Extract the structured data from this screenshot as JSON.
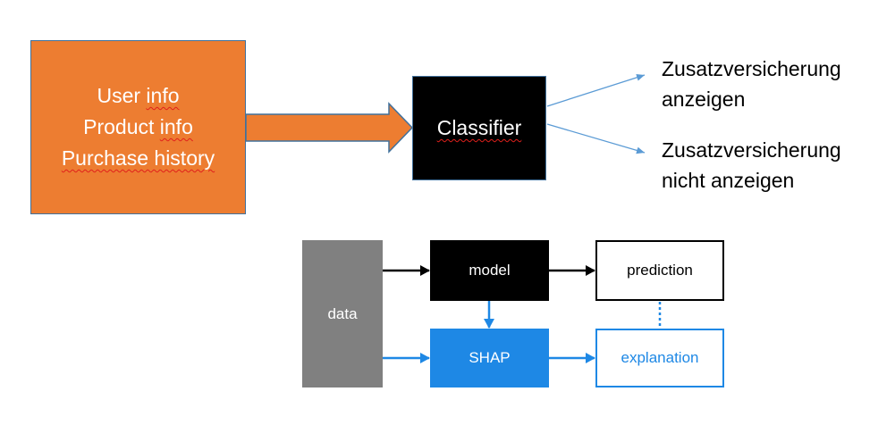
{
  "top_diagram": {
    "input_lines": [
      "User info",
      "Product info",
      "Purchase history"
    ],
    "classifier_label": "Classifier",
    "output_1_lines": [
      "Zusatzversicherung",
      "anzeigen"
    ],
    "output_2_lines": [
      "Zusatzversicherung",
      "nicht anzeigen"
    ]
  },
  "shap_diagram": {
    "data_label": "data",
    "model_label": "model",
    "prediction_label": "prediction",
    "shap_label": "SHAP",
    "explanation_label": "explanation"
  },
  "colors": {
    "input_fill": "#ED7D31",
    "box_border": "#41719C",
    "classifier_fill": "#000000",
    "data_fill": "#808080",
    "shap_blue": "#1E88E5"
  }
}
